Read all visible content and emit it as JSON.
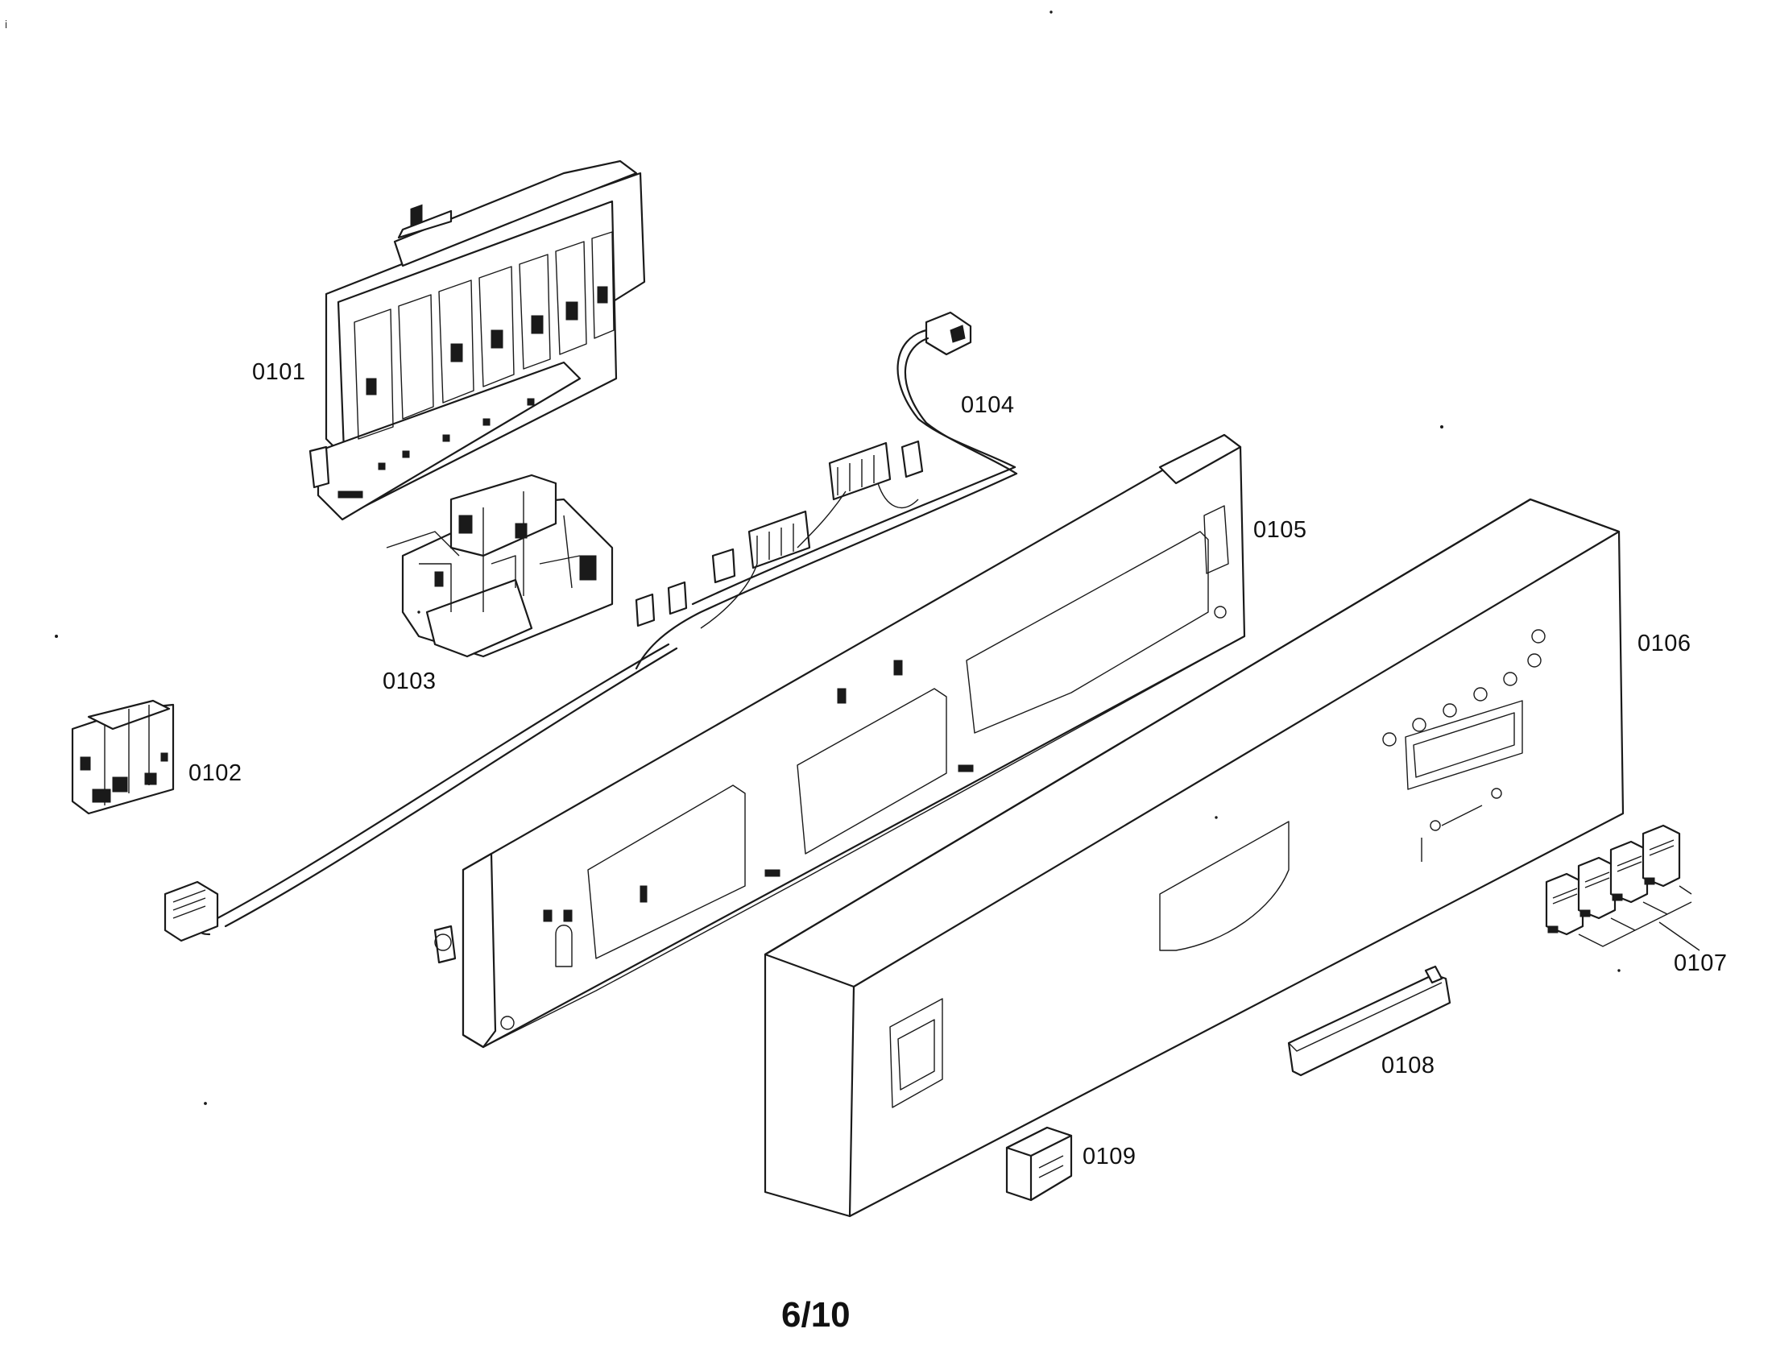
{
  "corner_mark": "i",
  "page_number": "6/10",
  "callouts": {
    "p0101": "0101",
    "p0102": "0102",
    "p0103": "0103",
    "p0104": "0104",
    "p0105": "0105",
    "p0106": "0106",
    "p0107": "0107",
    "p0108": "0108",
    "p0109": "0109"
  }
}
